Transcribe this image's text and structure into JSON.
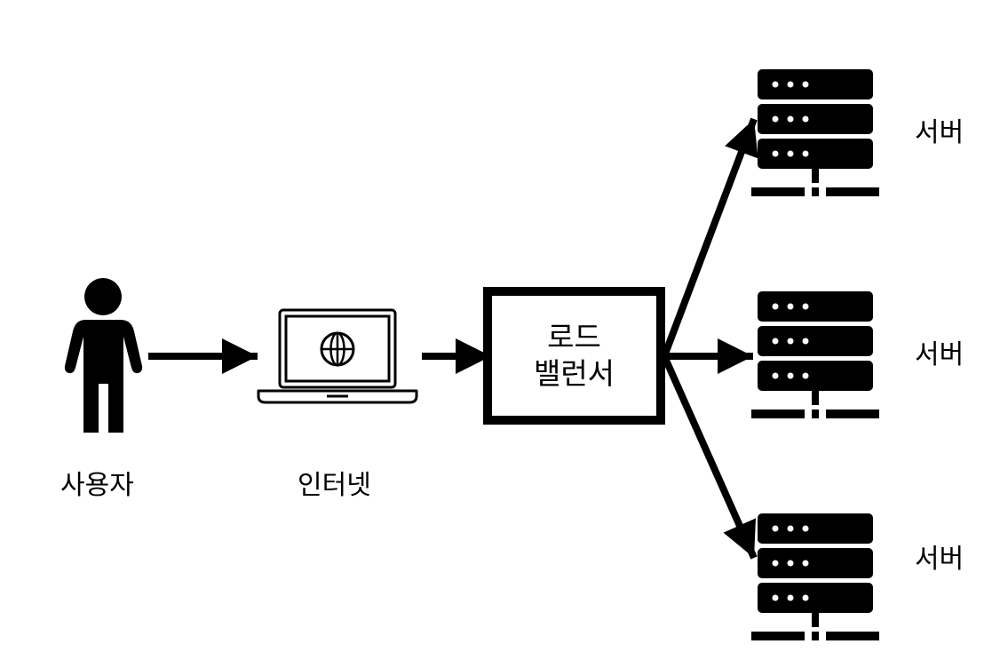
{
  "nodes": {
    "user": {
      "label": "사용자",
      "icon": "person-icon"
    },
    "internet": {
      "label": "인터넷",
      "icon": "laptop-globe-icon"
    },
    "load_balancer": {
      "line1": "로드",
      "line2": "밸런서"
    },
    "servers": [
      {
        "label": "서버",
        "icon": "server-icon"
      },
      {
        "label": "서버",
        "icon": "server-icon"
      },
      {
        "label": "서버",
        "icon": "server-icon"
      }
    ]
  },
  "colors": {
    "stroke": "#000000",
    "background": "#ffffff"
  }
}
